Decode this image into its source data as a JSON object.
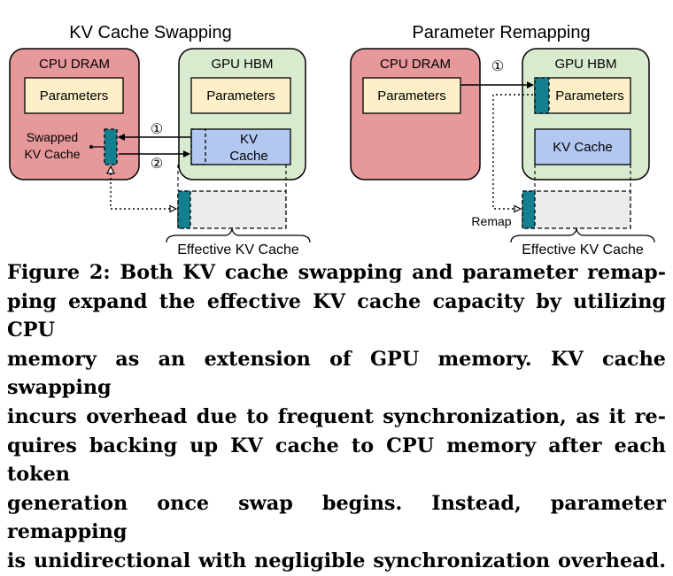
{
  "left_panel": {
    "title": "KV Cache Swapping",
    "cpu_label": "CPU DRAM",
    "gpu_label": "GPU HBM",
    "cpu_params": "Parameters",
    "gpu_params": "Parameters",
    "swapped_line1": "Swapped",
    "swapped_line2": "KV Cache",
    "kv_line1": "KV",
    "kv_line2": "Cache",
    "step1": "①",
    "step2": "②",
    "effective": "Effective KV Cache"
  },
  "right_panel": {
    "title": "Parameter Remapping",
    "cpu_label": "CPU DRAM",
    "gpu_label": "GPU HBM",
    "cpu_params": "Parameters",
    "gpu_params": "Parameters",
    "kv_cache": "KV Cache",
    "step1": "①",
    "remap": "Remap",
    "effective": "Effective KV Cache"
  },
  "colors": {
    "cpu_fill": "#e6989a",
    "gpu_fill": "#d8ebcf",
    "params_fill": "#fdf0c9",
    "kv_fill": "#b3c8f1",
    "teal": "#14808f",
    "empty_fill": "#ececec"
  },
  "caption": {
    "lines": [
      "Figure 2: Both KV cache swapping and parameter remap-",
      "ping expand the effective KV cache capacity by utilizing CPU",
      "memory as an extension of GPU memory. KV cache swapping",
      "incurs overhead due to frequent synchronization, as it re-",
      "quires backing up KV cache to CPU memory after each token",
      "generation once swap begins. Instead, parameter remapping",
      "is unidirectional with negligible synchronization overhead."
    ]
  }
}
